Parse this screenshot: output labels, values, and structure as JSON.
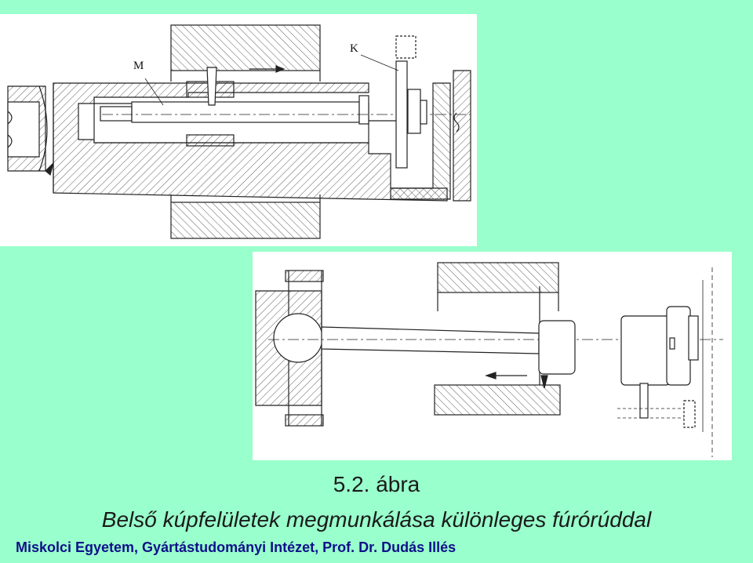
{
  "top_drawing": {
    "label_m": "M",
    "label_k": "K"
  },
  "figure_number": "5.2. ábra",
  "caption": "Belső kúpfelületek megmunkálása különleges fúrórúddal",
  "footer": "Miskolci Egyetem, Gyártástudományi Intézet, Prof. Dr. Dudás Illés",
  "colors": {
    "background": "#99ffcc",
    "footer_text": "#10108a",
    "drawing_line": "#222222"
  }
}
